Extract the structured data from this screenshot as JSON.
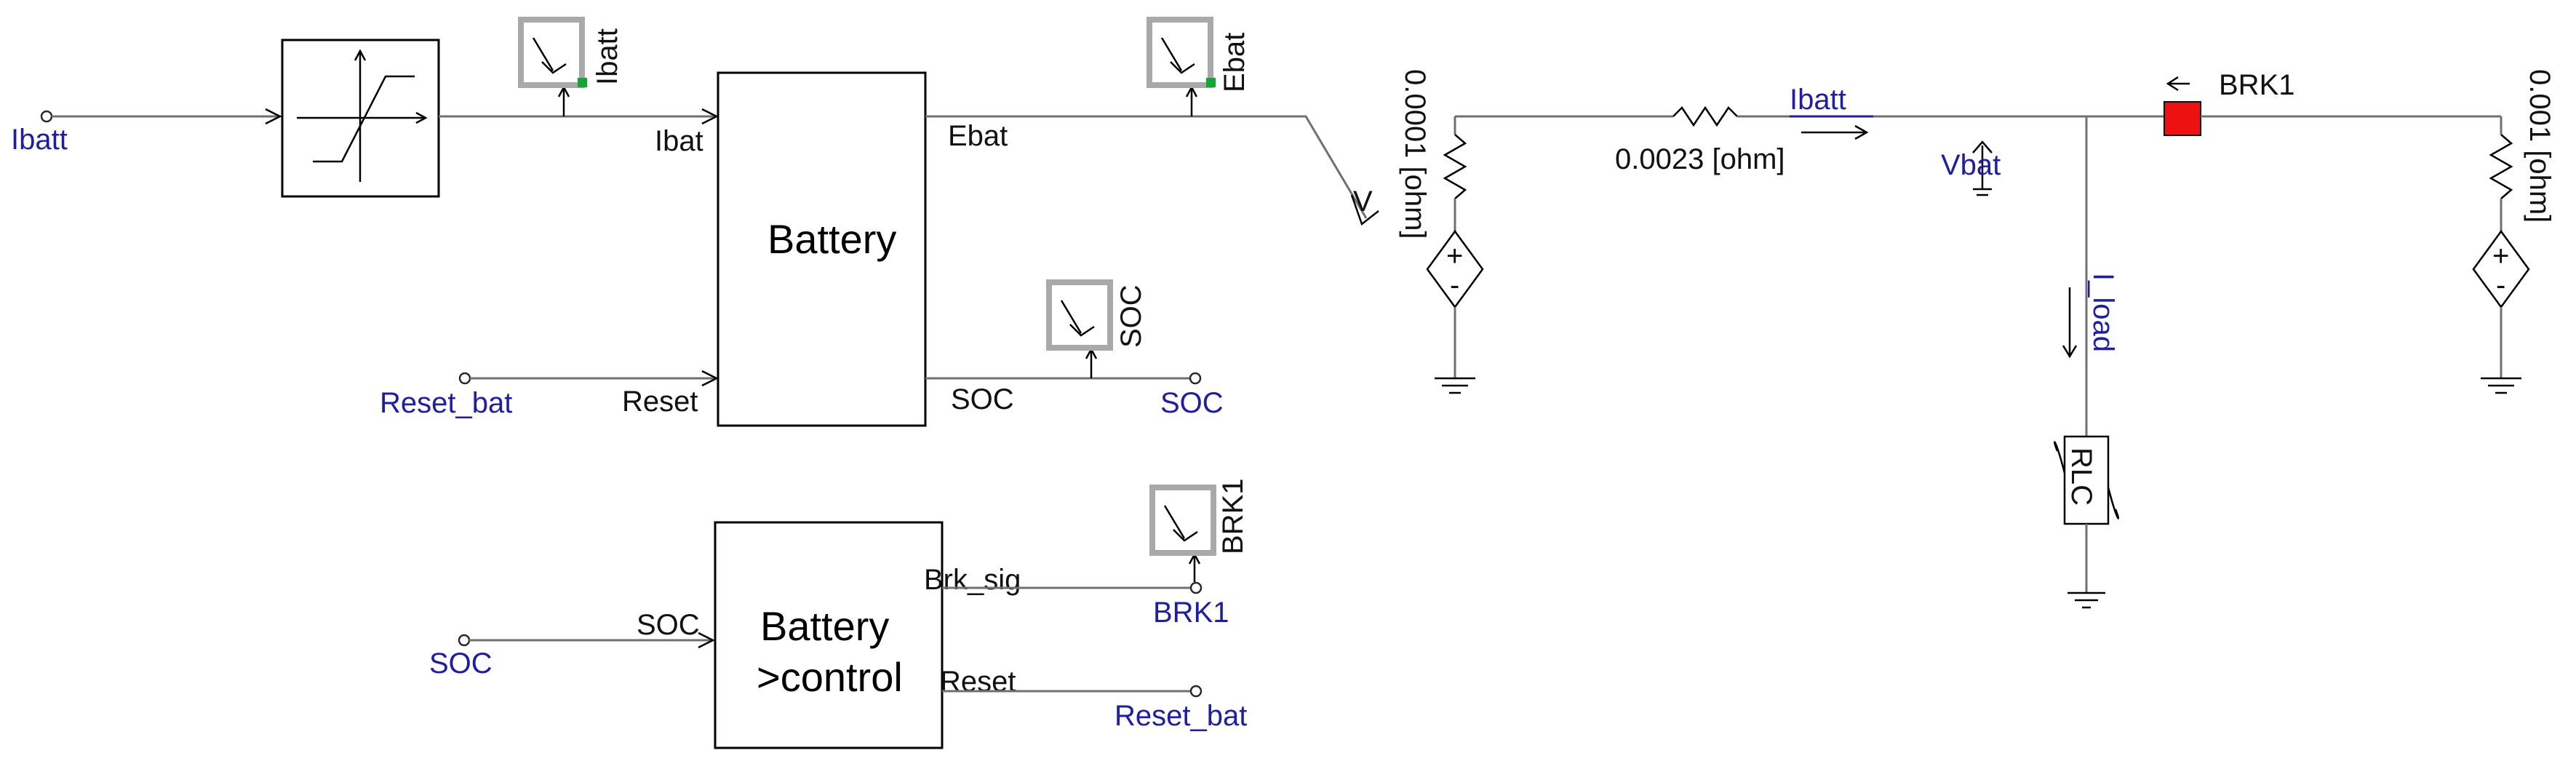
{
  "nodes": {
    "ibatt_in": "Ibatt",
    "reset_bat_in": "Reset_bat",
    "soc_in": "SOC",
    "soc_out": "SOC",
    "brk1_out": "BRK1",
    "reset_bat_out": "Reset_bat",
    "vbat": "Vbat"
  },
  "battery_block": {
    "title": "Battery",
    "port_ibat": "Ibat",
    "port_reset": "Reset",
    "port_ebat": "Ebat",
    "port_soc": "SOC"
  },
  "control_block": {
    "title_line1": "Battery",
    "title_line2": ">control",
    "port_soc": "SOC",
    "port_brk": "Brk_sig",
    "port_reset": "Reset"
  },
  "meters": {
    "ibatt": "Ibatt",
    "ebat": "Ebat",
    "soc": "SOC",
    "brk1": "BRK1"
  },
  "circuit": {
    "r_source": "0.0001 [ohm]",
    "r_series": "0.0023 [ohm]",
    "current_label": "Ibatt",
    "breaker": "BRK1",
    "load_current": "I_load",
    "load": "RLC",
    "r_grid": "0.001 [ohm]",
    "plus": "+",
    "minus": "-"
  }
}
